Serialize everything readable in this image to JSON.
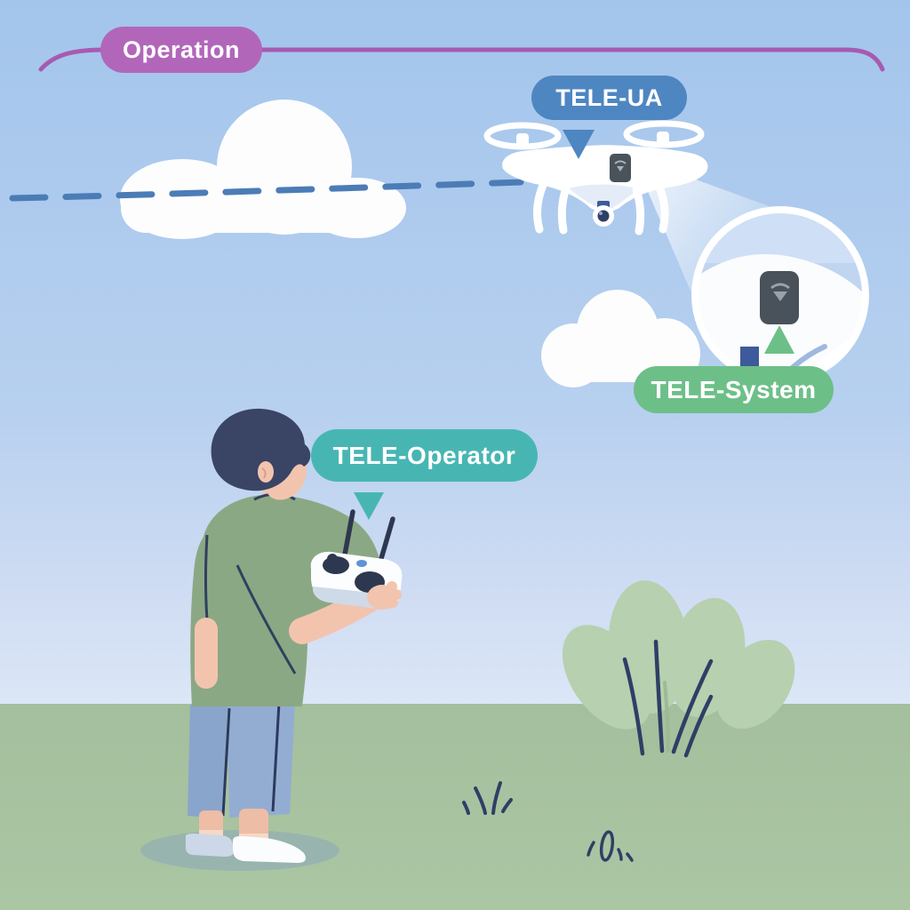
{
  "illustration_title": "Operation",
  "callouts": {
    "operation": {
      "label": "Operation",
      "color": "#b266ba"
    },
    "tele_ua": {
      "label": "TELE-UA",
      "color": "#4e86c2"
    },
    "tele_system": {
      "label": "TELE-System",
      "color": "#6dbf88"
    },
    "tele_operator": {
      "label": "TELE-Operator",
      "color": "#47b6b3"
    }
  },
  "icons": {
    "drone_module": "wifi-icon",
    "detail_view": "magnifier-circle-icon",
    "tele_ua_pointer": "triangle-down-icon",
    "tele_system_pointer": "triangle-up-icon",
    "tele_operator_pointer": "triangle-down-icon"
  },
  "palette": {
    "sky_top": "#a3c5ec",
    "sky_horizon": "#dbe6f6",
    "grass": "#a9c3a2",
    "connector_line": "#a75ab0",
    "flight_path_dash": "#4c7cb6",
    "drone_body": "#ffffff",
    "tele_module": "#4a525a",
    "camera_lens": "#2e3f66",
    "operator_hair": "#3a4464",
    "operator_skin": "#f2c4ae",
    "operator_shirt": "#8ba884",
    "operator_pants": "#8ea9cf",
    "bush": "#b7d0af"
  }
}
